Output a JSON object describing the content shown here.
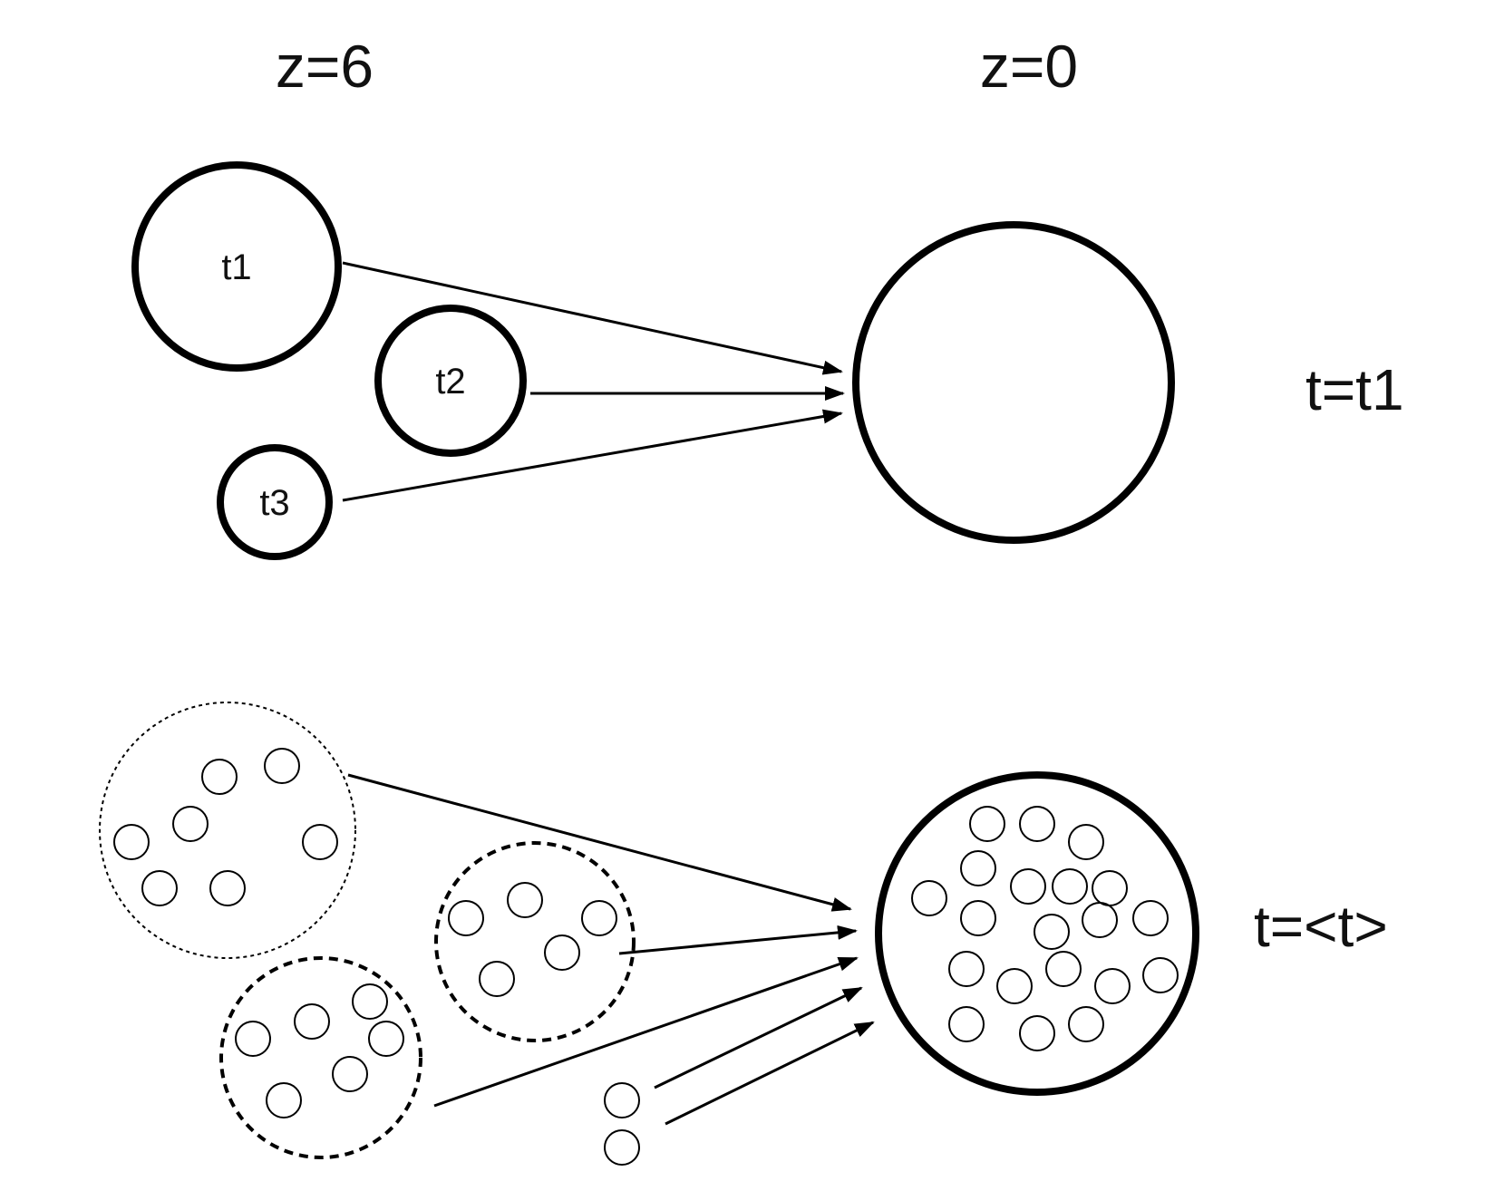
{
  "column_labels": {
    "left": "z=6",
    "right": "z=0"
  },
  "row_labels": {
    "top": "t=t1",
    "bottom": "t=<t>"
  },
  "top_row": {
    "progenitors": [
      {
        "label": "t1"
      },
      {
        "label": "t2"
      },
      {
        "label": "t3"
      }
    ]
  },
  "colors": {
    "stroke": "#000000",
    "text": "#111111",
    "background": "#ffffff"
  }
}
